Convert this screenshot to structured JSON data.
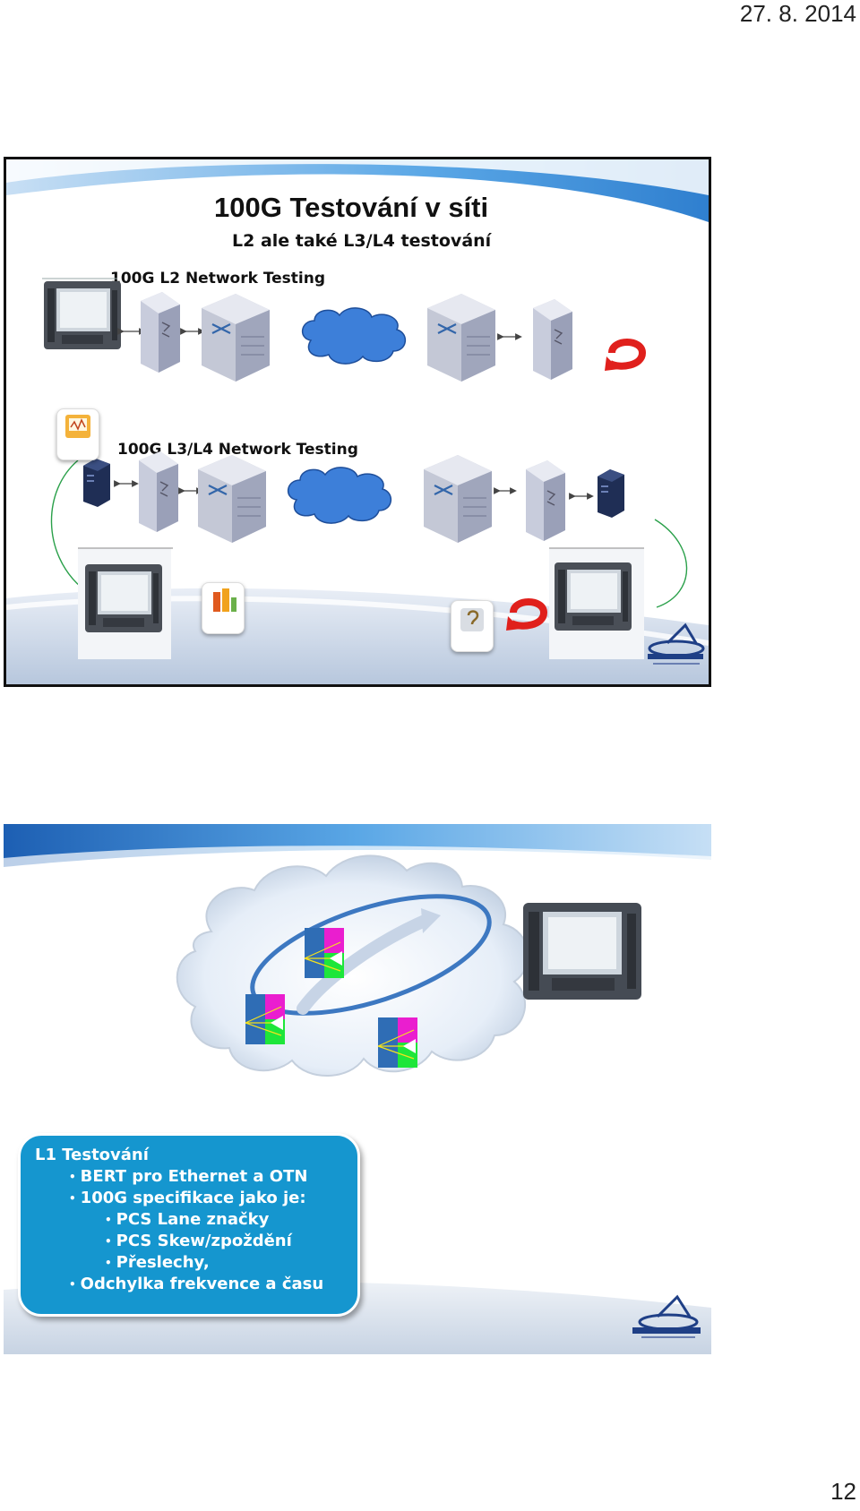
{
  "header": {
    "date": "27. 8. 2014"
  },
  "footer": {
    "page_number": "12"
  },
  "slide1": {
    "title": "100G Testování v síti",
    "subtitle": "L2 ale také L3/L4 testování",
    "row1_label": "100G L2 Network Testing",
    "row2_label": "100G L3/L4 Network Testing"
  },
  "slide2": {
    "box_title": "L1 Testování",
    "items": [
      {
        "text": "BERT pro Ethernet a OTN",
        "level": 1
      },
      {
        "text": "100G specifikace jako je:",
        "level": 1
      },
      {
        "text": "PCS Lane značky",
        "level": 2
      },
      {
        "text": "PCS Skew/zpoždění",
        "level": 2
      },
      {
        "text": "Přeslechy,",
        "level": 2
      },
      {
        "text": "Odchylka frekvence a času",
        "level": 1
      }
    ]
  },
  "colors": {
    "slide_wave": "#3d8fd6",
    "box_blue": "#1596cf",
    "cloud_blue": "#3d7fd9",
    "arrow_red": "#e0201c"
  },
  "icons": [
    "tester-device-icon",
    "switch-icon",
    "router-icon",
    "cloud-icon",
    "server-icon",
    "loopback-arrow-icon",
    "app-tile-icon",
    "profiber-logo"
  ]
}
